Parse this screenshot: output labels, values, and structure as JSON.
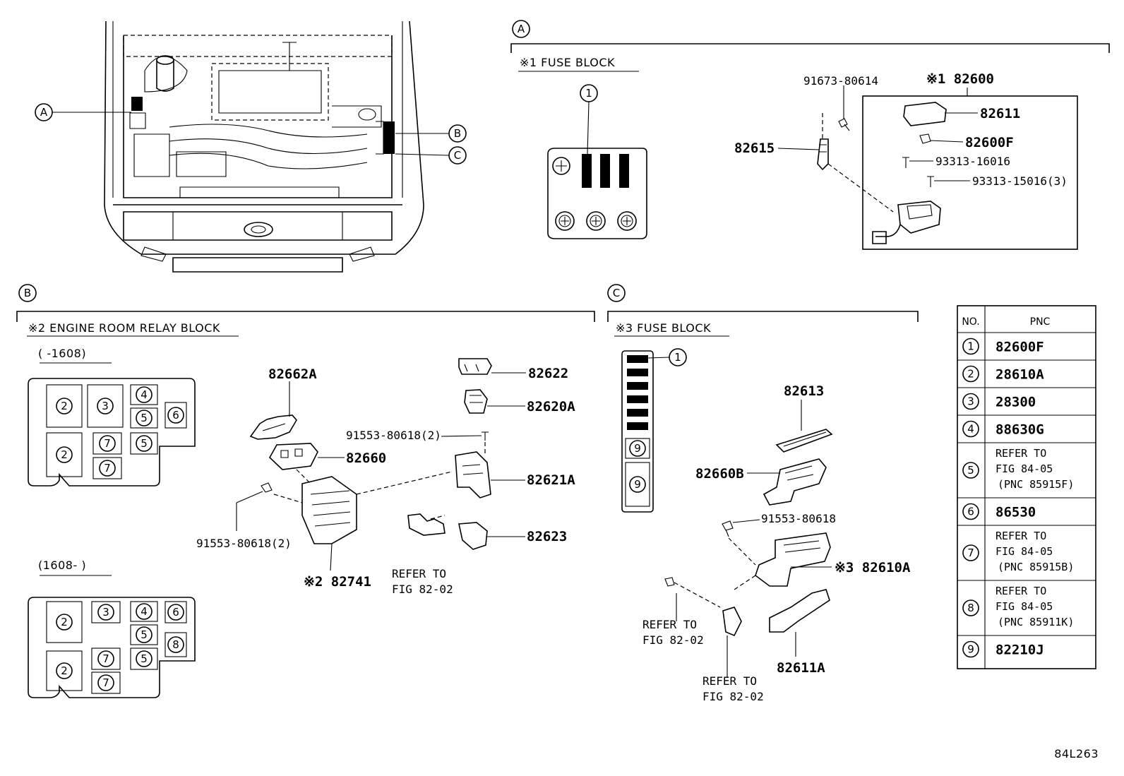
{
  "sections": {
    "a": {
      "marker": "A",
      "title": "※1 FUSE BLOCK",
      "callout": "1"
    },
    "b": {
      "marker": "B",
      "title": "※2 ENGINE ROOM RELAY BLOCK",
      "range_old": "(    -1608)",
      "range_new": "(1608-    )"
    },
    "c": {
      "marker": "C",
      "title": "※3 FUSE BLOCK",
      "callout": "1"
    }
  },
  "overview": {
    "marker_a": "A",
    "marker_b": "B",
    "marker_c": "C"
  },
  "parts": {
    "p91673": "91673-80614",
    "p82600": "※1 82600",
    "p82611": "82611",
    "p82600F": "82600F",
    "p93313a": "93313-16016",
    "p93313b": "93313-15016(3)",
    "p82615": "82615",
    "p82662A": "82662A",
    "p82660": "82660",
    "p91553b1": "91553-80618(2)",
    "p91553b2": "91553-80618(2)",
    "p82741": "※2 82741",
    "p82622": "82622",
    "p82620A": "82620A",
    "p82621A": "82621A",
    "p82623": "82623",
    "refer_b_1": "REFER TO",
    "refer_b_2": "FIG 82-02",
    "p82613": "82613",
    "p82660B": "82660B",
    "p91553c": "91553-80618",
    "p82610A": "※3 82610A",
    "p82611A": "82611A",
    "refer_c1_1": "REFER TO",
    "refer_c1_2": "FIG 82-02",
    "refer_c2_1": "REFER TO",
    "refer_c2_2": "FIG 82-02"
  },
  "relay_old": [
    "2",
    "3",
    "4",
    "5",
    "6",
    "2",
    "7",
    "5",
    "7"
  ],
  "relay_new": [
    "2",
    "3",
    "4",
    "6",
    "5",
    "8",
    "2",
    "7",
    "5",
    "7"
  ],
  "fuse_c": [
    "9",
    "9"
  ],
  "table": {
    "head_no": "NO.",
    "head_pnc": "PNC",
    "rows": [
      {
        "no": "1",
        "pnc": [
          "82600F"
        ]
      },
      {
        "no": "2",
        "pnc": [
          "28610A"
        ]
      },
      {
        "no": "3",
        "pnc": [
          "28300"
        ]
      },
      {
        "no": "4",
        "pnc": [
          "88630G"
        ]
      },
      {
        "no": "5",
        "pnc": [
          "REFER TO",
          "FIG 84-05",
          "(PNC 85915F)"
        ]
      },
      {
        "no": "6",
        "pnc": [
          "86530"
        ]
      },
      {
        "no": "7",
        "pnc": [
          "REFER TO",
          "FIG 84-05",
          "(PNC 85915B)"
        ]
      },
      {
        "no": "8",
        "pnc": [
          "REFER TO",
          "FIG 84-05",
          "(PNC 85911K)"
        ]
      },
      {
        "no": "9",
        "pnc": [
          "82210J"
        ]
      }
    ]
  },
  "figure_id": "84L263"
}
